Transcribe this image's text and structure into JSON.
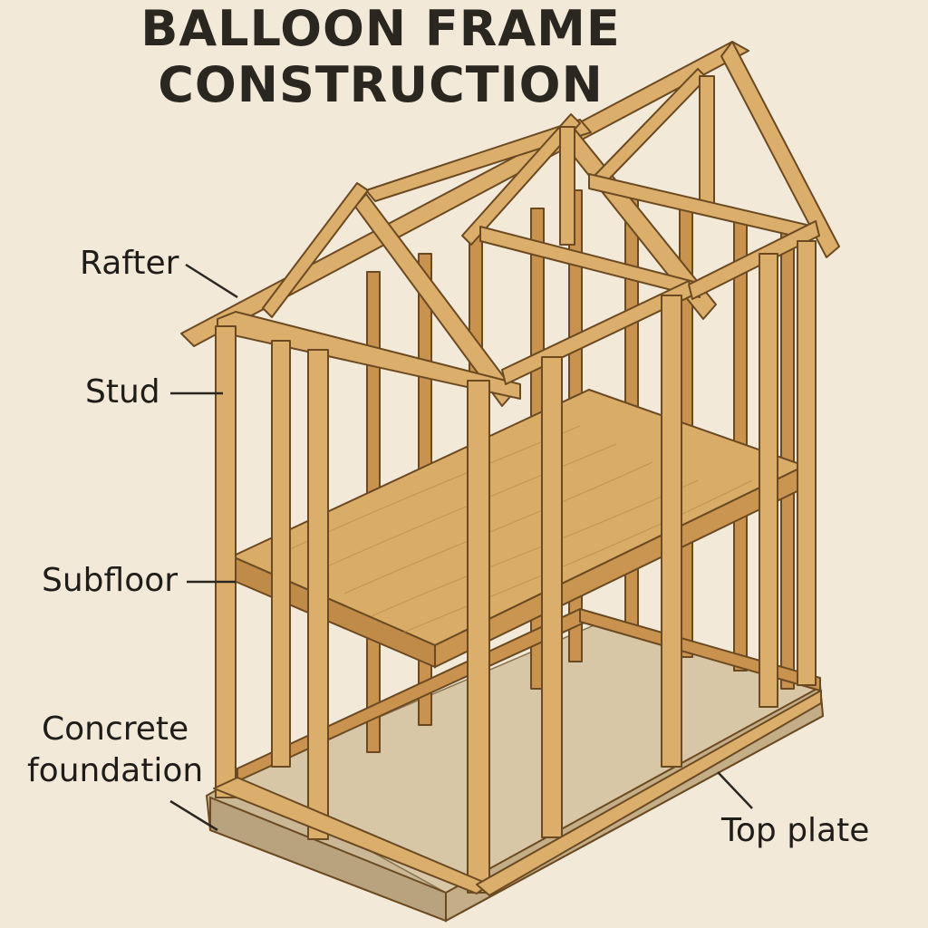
{
  "title": {
    "line1": "BALLOON FRAME",
    "line2": "CONSTRUCTION"
  },
  "labels": {
    "rafter": "Rafter",
    "stud": "Stud",
    "subfloor": "Subfloor",
    "concrete_line1": "Concrete",
    "concrete_line2": "foundation",
    "top_plate": "Top plate"
  },
  "colors": {
    "background": "#f3e9d8",
    "lumber": "#dcae6c",
    "lumber_outline": "#6b4a22",
    "subfloor": "#d9ac68",
    "concrete": "#c9b795",
    "slab_floor": "#d8c7a6"
  }
}
